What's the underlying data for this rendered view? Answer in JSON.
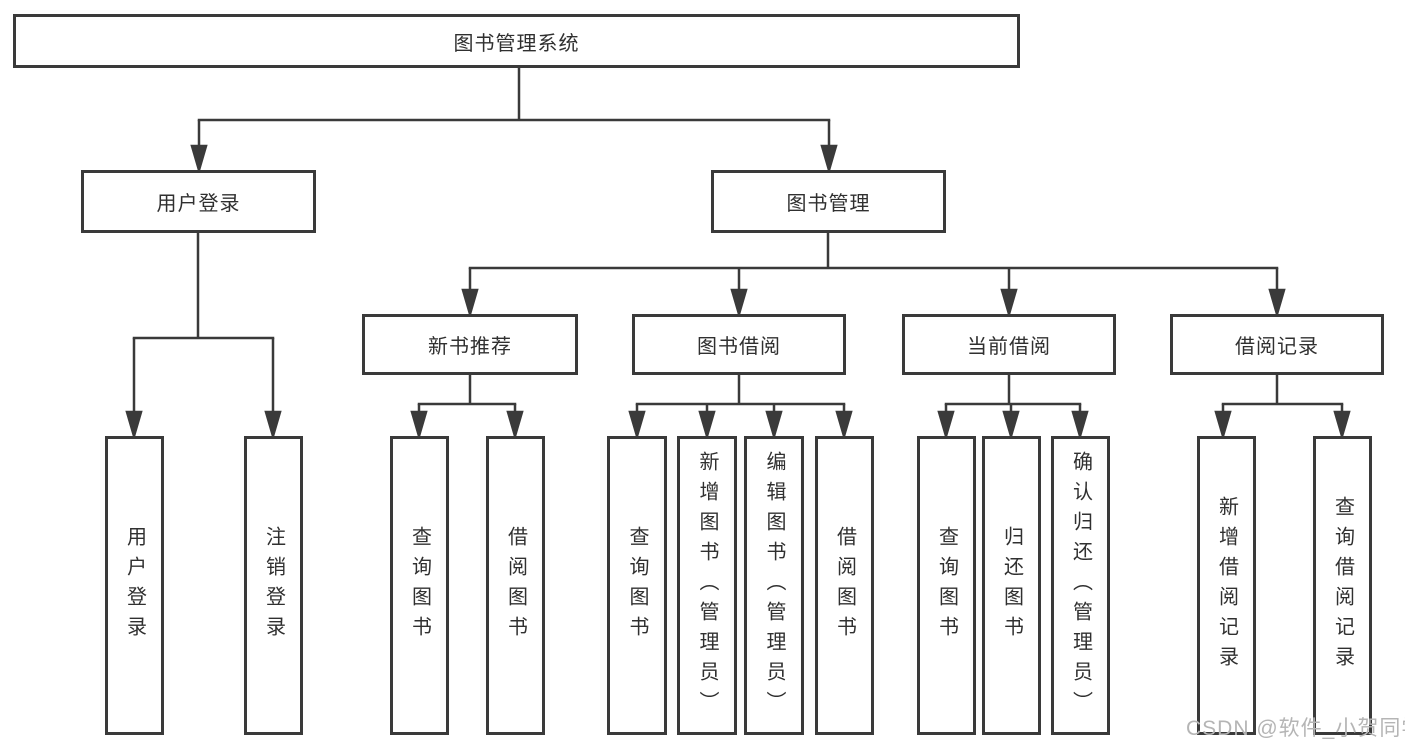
{
  "nodes": {
    "root": "图书管理系统",
    "level2": [
      "用户登录",
      "图书管理"
    ],
    "level3": [
      "新书推荐",
      "图书借阅",
      "当前借阅",
      "借阅记录"
    ],
    "leaves": {
      "user_login": [
        "用户登录",
        "注销登录"
      ],
      "new_books": [
        "查询图书",
        "借阅图书"
      ],
      "book_borrow": [
        "查询图书",
        "新增图书（管理员）",
        "编辑图书（管理员）",
        "借阅图书"
      ],
      "current_borrow": [
        "查询图书",
        "归还图书",
        "确认归还（管理员）"
      ],
      "borrow_records": [
        "新增借阅记录",
        "查询借阅记录"
      ]
    }
  },
  "watermark": "CSDN @软件_小贺同学",
  "colors": {
    "line": "#3a3a3a",
    "box_border": "#3a3a3a",
    "text": "#303030",
    "watermark": "#b5b5b5",
    "background": "#ffffff"
  }
}
